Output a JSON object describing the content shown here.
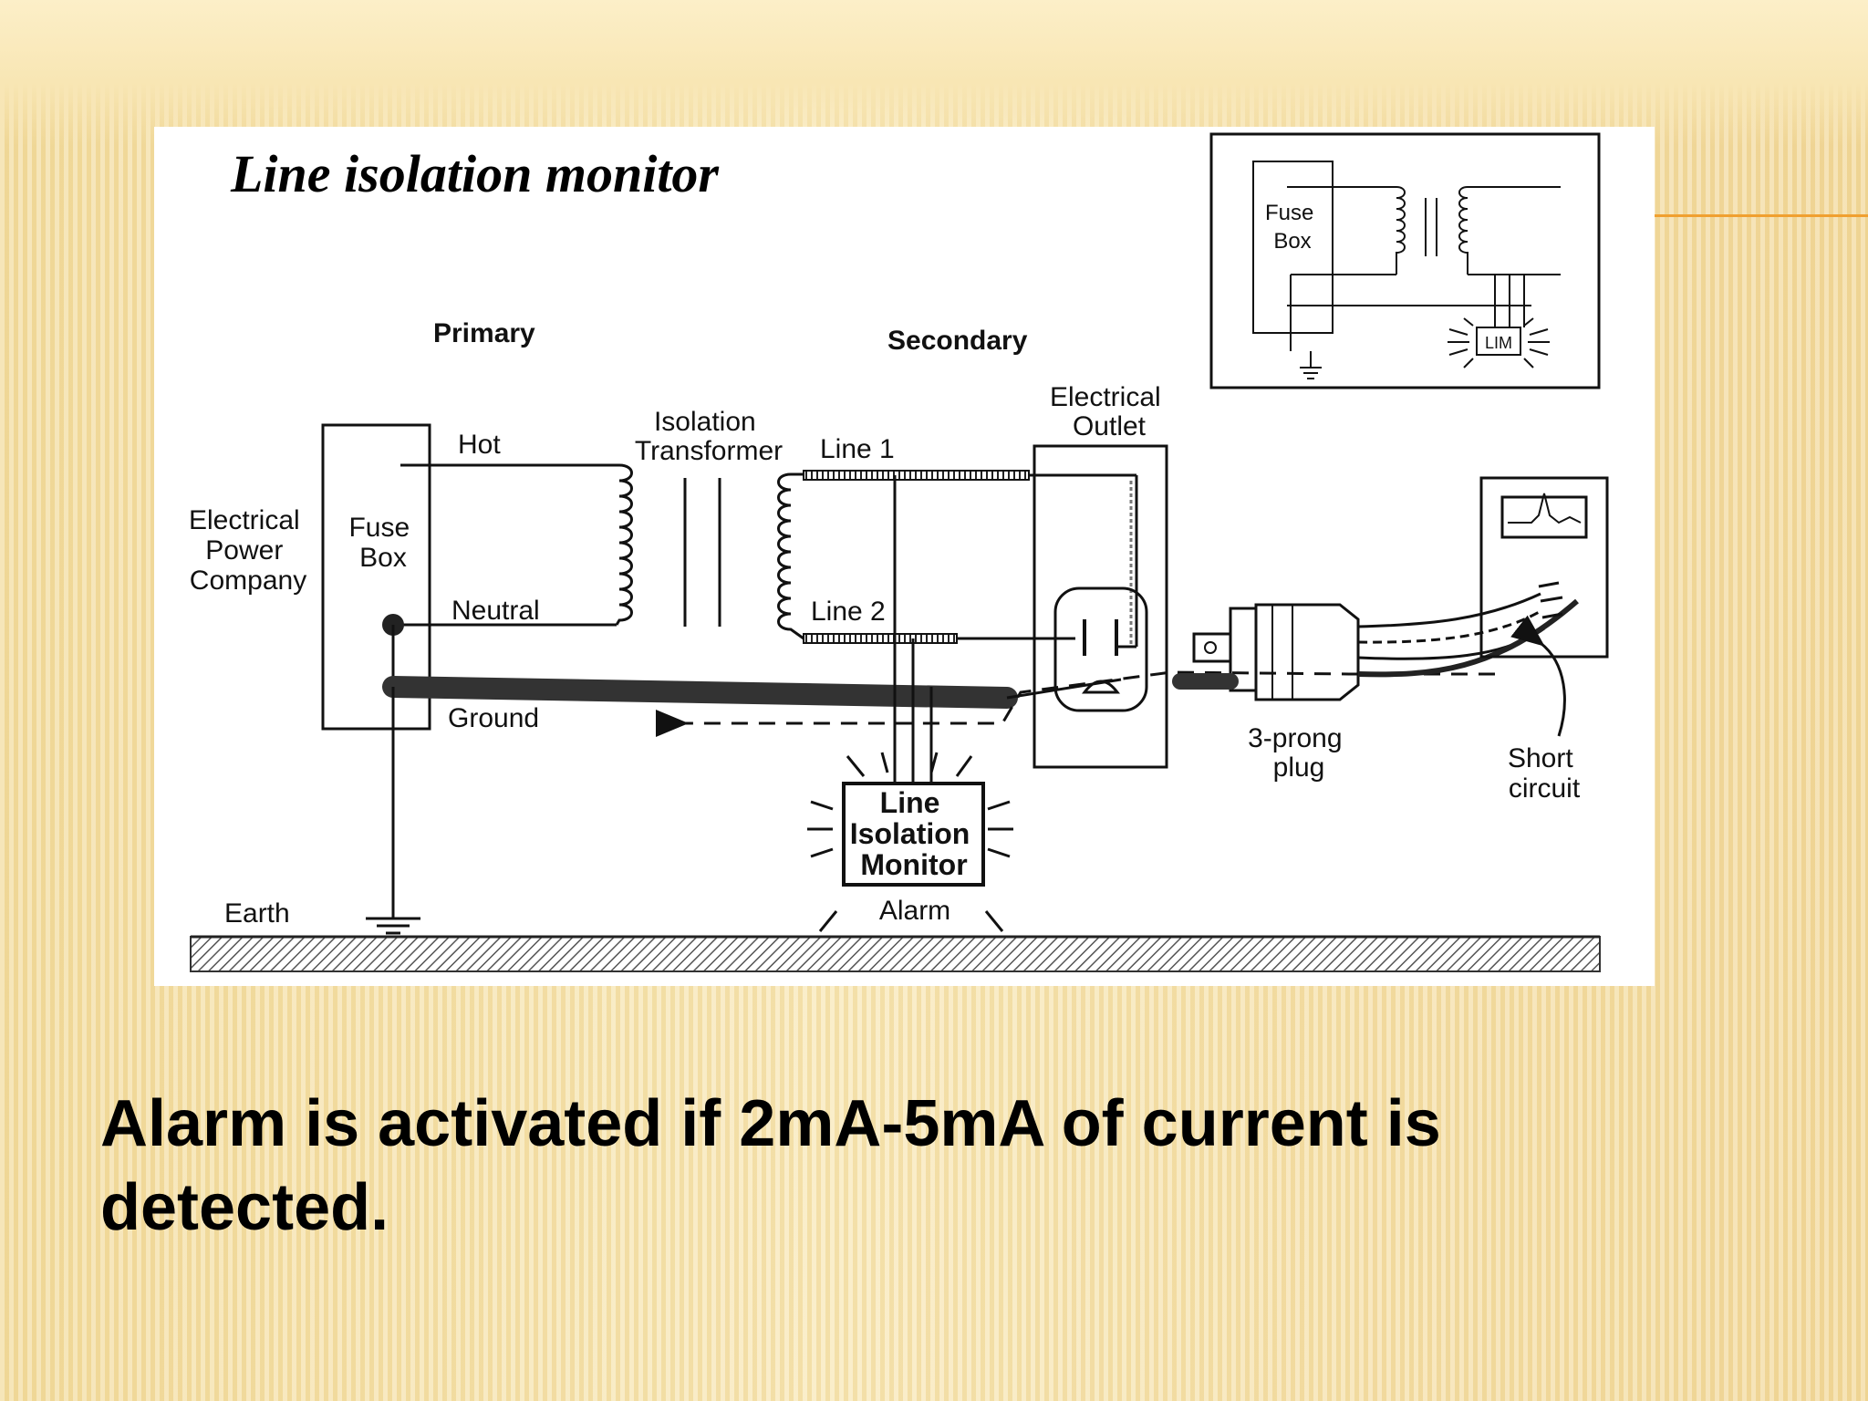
{
  "slide": {
    "title": "Line isolation monitor",
    "caption": "Alarm is activated if 2mA-5mA of current is detected.",
    "accent_color": "#f0a030"
  },
  "diagram": {
    "labels": {
      "primary": "Primary",
      "secondary": "Secondary",
      "electrical_power_company": [
        "Electrical",
        "Power",
        "Company"
      ],
      "fuse_box": [
        "Fuse",
        "Box"
      ],
      "hot": "Hot",
      "neutral": "Neutral",
      "ground": "Ground",
      "isolation_transformer": [
        "Isolation",
        "Transformer"
      ],
      "line_1": "Line 1",
      "line_2": "Line 2",
      "electrical_outlet": [
        "Electrical",
        "Outlet"
      ],
      "line_isolation_monitor": [
        "Line",
        "Isolation",
        "Monitor"
      ],
      "alarm": "Alarm",
      "three_prong_plug": [
        "3-prong",
        "plug"
      ],
      "short_circuit": [
        "Short",
        "circuit"
      ],
      "earth": "Earth"
    },
    "inset": {
      "fuse_box": [
        "Fuse",
        "Box"
      ],
      "lim": "LIM"
    }
  }
}
